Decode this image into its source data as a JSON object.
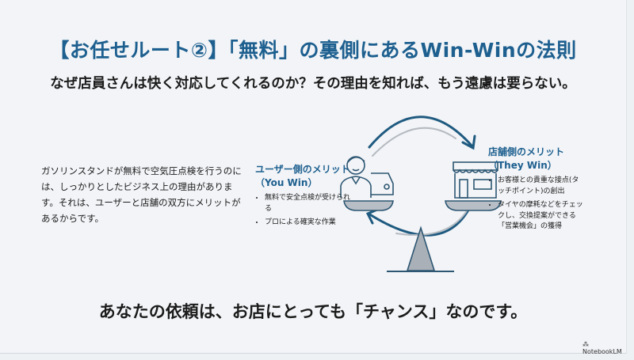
{
  "title": "【お任せルート②】「無料」の裏側にあるWin-Winの法則",
  "subtitle": "なぜ店員さんは快く対応してくれるのか？その理由を知れば、もう遠慮は要らない。",
  "intro": "ガソリンスタンドが無料で空気圧点検を行うのには、しっかりとしたビジネス上の理由があります。それは、ユーザーと店舗の双方にメリットがあるからです。",
  "user_side": {
    "heading": "ユーザー側のメリット",
    "sub": "（You Win）",
    "items": [
      "無料で安全点検が受けられる",
      "プロによる確実な作業"
    ]
  },
  "store_side": {
    "heading": "店舗側のメリット",
    "sub": "（They Win）",
    "items": [
      "お客様との貴重な接点(タッチポイント)の創出",
      "タイヤの摩耗などをチェックし、交換提案ができる「営業機会」の獲得"
    ]
  },
  "bottom": "あなたの依頼は、お店にとっても「チャンス」なのです。",
  "logo": "NotebookLM",
  "colors": {
    "accent": "#1d5f8f",
    "icon": "#2d5672"
  }
}
